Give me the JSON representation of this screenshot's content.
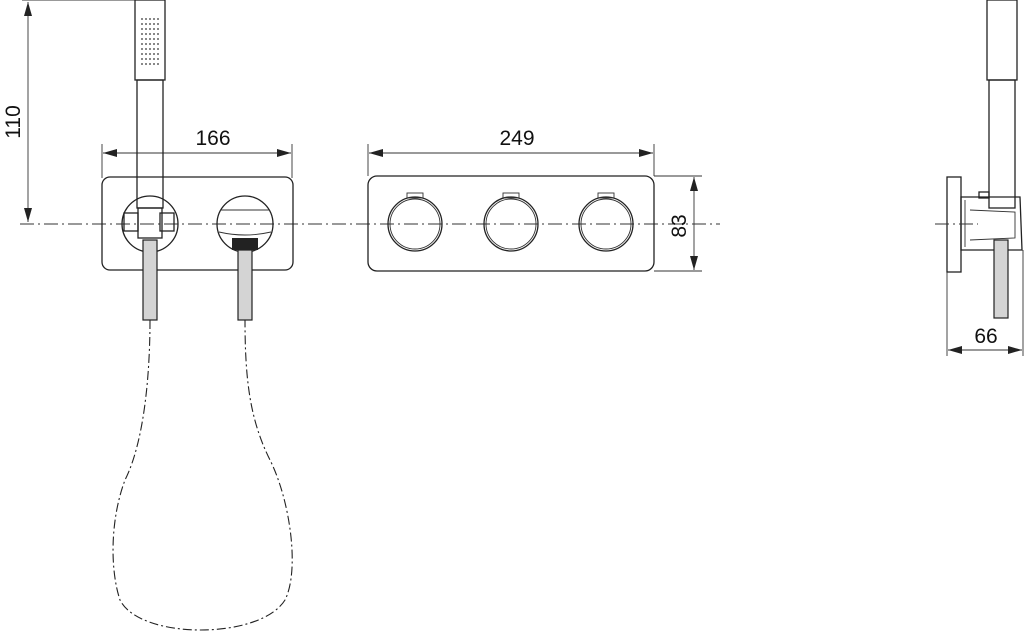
{
  "drawing": {
    "type": "technical-dimension-drawing",
    "subject": "wall-mounted mixer with hand shower",
    "views": [
      {
        "name": "front-view-hand-shower-plate",
        "width_label": "166",
        "height_label": "110"
      },
      {
        "name": "front-view-three-control-plate",
        "width_label": "249",
        "height_label": "83"
      },
      {
        "name": "side-view",
        "depth_label": "66"
      }
    ]
  },
  "dimensions": {
    "hand_shower_height": "110",
    "small_plate_width": "166",
    "large_plate_width": "249",
    "large_plate_height": "83",
    "side_depth": "66"
  },
  "colors": {
    "line": "#222222",
    "hose_fill": "#d4d4d4",
    "background": "#ffffff"
  }
}
